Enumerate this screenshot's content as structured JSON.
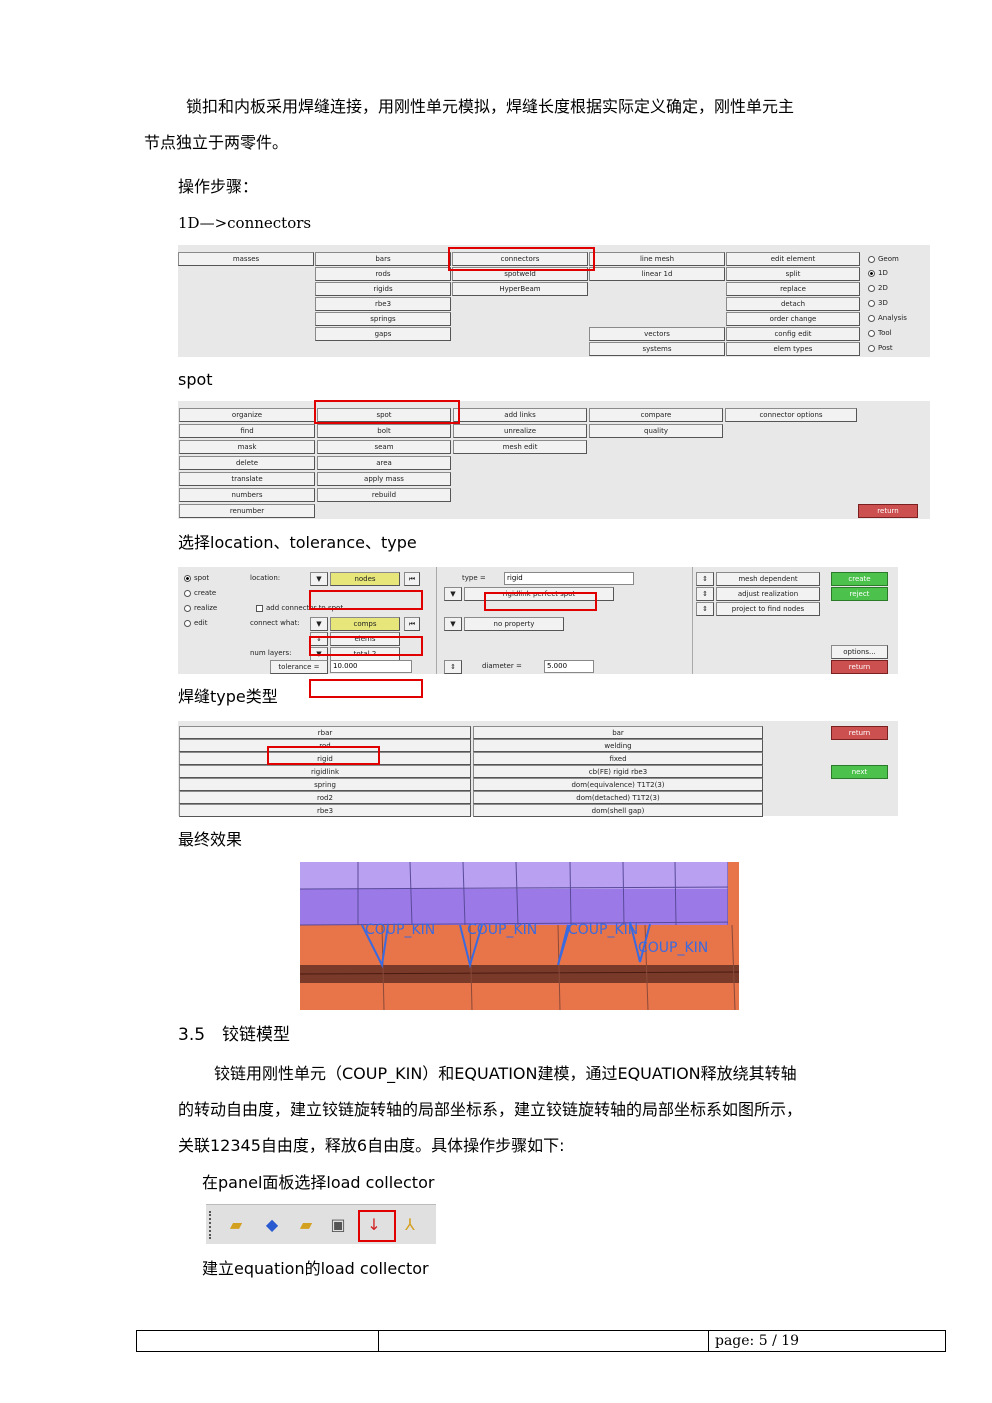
{
  "paragraphs": {
    "p1_line1": "锁扣和内板采用焊缝连接，用刚性单元模拟，焊缝长度根据实际定义确定，刚性单元主",
    "p1_line2": "节点独立于两零件。",
    "steps_title": "操作步骤：",
    "path": "1D—>connectors",
    "spot_label": "spot",
    "select_label": "选择location、tolerance、type",
    "type_label": "焊缝type类型",
    "final_label": "最终效果",
    "section_title": "3.5　铰链模型",
    "p2_line1": "铰链用刚性单元（COUP_KIN）和EQUATION建模，通过EQUATION释放绕其转轴",
    "p2_line2": "的转动自由度，建立铰链旋转轴的局部坐标系，建立铰链旋转轴的局部坐标系如图所示，",
    "p2_line3": "关联12345自由度，释放6自由度。具体操作步骤如下:",
    "panel_note": "在panel面板选择load collector",
    "equation_note": "建立equation的load collector"
  },
  "panel1": {
    "col1": [
      "masses"
    ],
    "col2": [
      "bars",
      "rods",
      "rigids",
      "rbe3",
      "springs",
      "gaps"
    ],
    "col3": [
      "connectors",
      "spotweld",
      "HyperBeam"
    ],
    "col4": [
      "line mesh",
      "linear 1d",
      "",
      "",
      "vectors",
      "systems"
    ],
    "col5": [
      "edit element",
      "split",
      "replace",
      "detach",
      "order change",
      "config edit",
      "elem types"
    ],
    "radios": [
      "Geom",
      "1D",
      "2D",
      "3D",
      "Analysis",
      "Tool",
      "Post"
    ],
    "selected_radio": "1D"
  },
  "panel2": {
    "col1": [
      "organize",
      "find",
      "mask",
      "delete",
      "translate",
      "numbers",
      "renumber"
    ],
    "col2": [
      "spot",
      "bolt",
      "seam",
      "area",
      "apply mass",
      "rebuild"
    ],
    "col3": [
      "add links",
      "unrealize",
      "mesh edit"
    ],
    "col4": [
      "compare",
      "quality"
    ],
    "col5": [
      "connector options"
    ],
    "return": "return"
  },
  "panel3": {
    "radios": [
      "spot",
      "create",
      "realize",
      "edit"
    ],
    "location_label": "location:",
    "location_value": "nodes",
    "add_option": "add connector to spot",
    "connect_label": "connect what:",
    "connect_value": "comps",
    "elems_value": "elems",
    "num_layers_label": "num layers:",
    "num_layers_value": "total 2",
    "tolerance_label": "tolerance =",
    "tolerance_value": "10.000",
    "type_label": "type =",
    "type_value": "rigid",
    "type_sub": "rigidlink perfect spot",
    "no_property": "no property",
    "diameter_label": "diameter =",
    "diameter_value": "5.000",
    "right_options": [
      "mesh dependent",
      "adjust realization",
      "project to find nodes"
    ],
    "create": "create",
    "reject": "reject",
    "options": "options...",
    "return": "return"
  },
  "panel4": {
    "left": [
      "rbar",
      "rod",
      "rigid",
      "rigidlink",
      "spring",
      "rod2",
      "rbe3"
    ],
    "right": [
      "bar",
      "welding",
      "fixed",
      "cb(FE) rigid rbe3",
      "dom(equivalence) T1T2(3)",
      "dom(detached) T1T2(3)",
      "dom(shell gap)"
    ],
    "return": "return",
    "next": "next"
  },
  "image_labels": [
    "COUP_KIN",
    "COUP_KIN",
    "COUP_KIN",
    "COUP_KIN"
  ],
  "footer": {
    "page": "page: 5 / 19"
  }
}
